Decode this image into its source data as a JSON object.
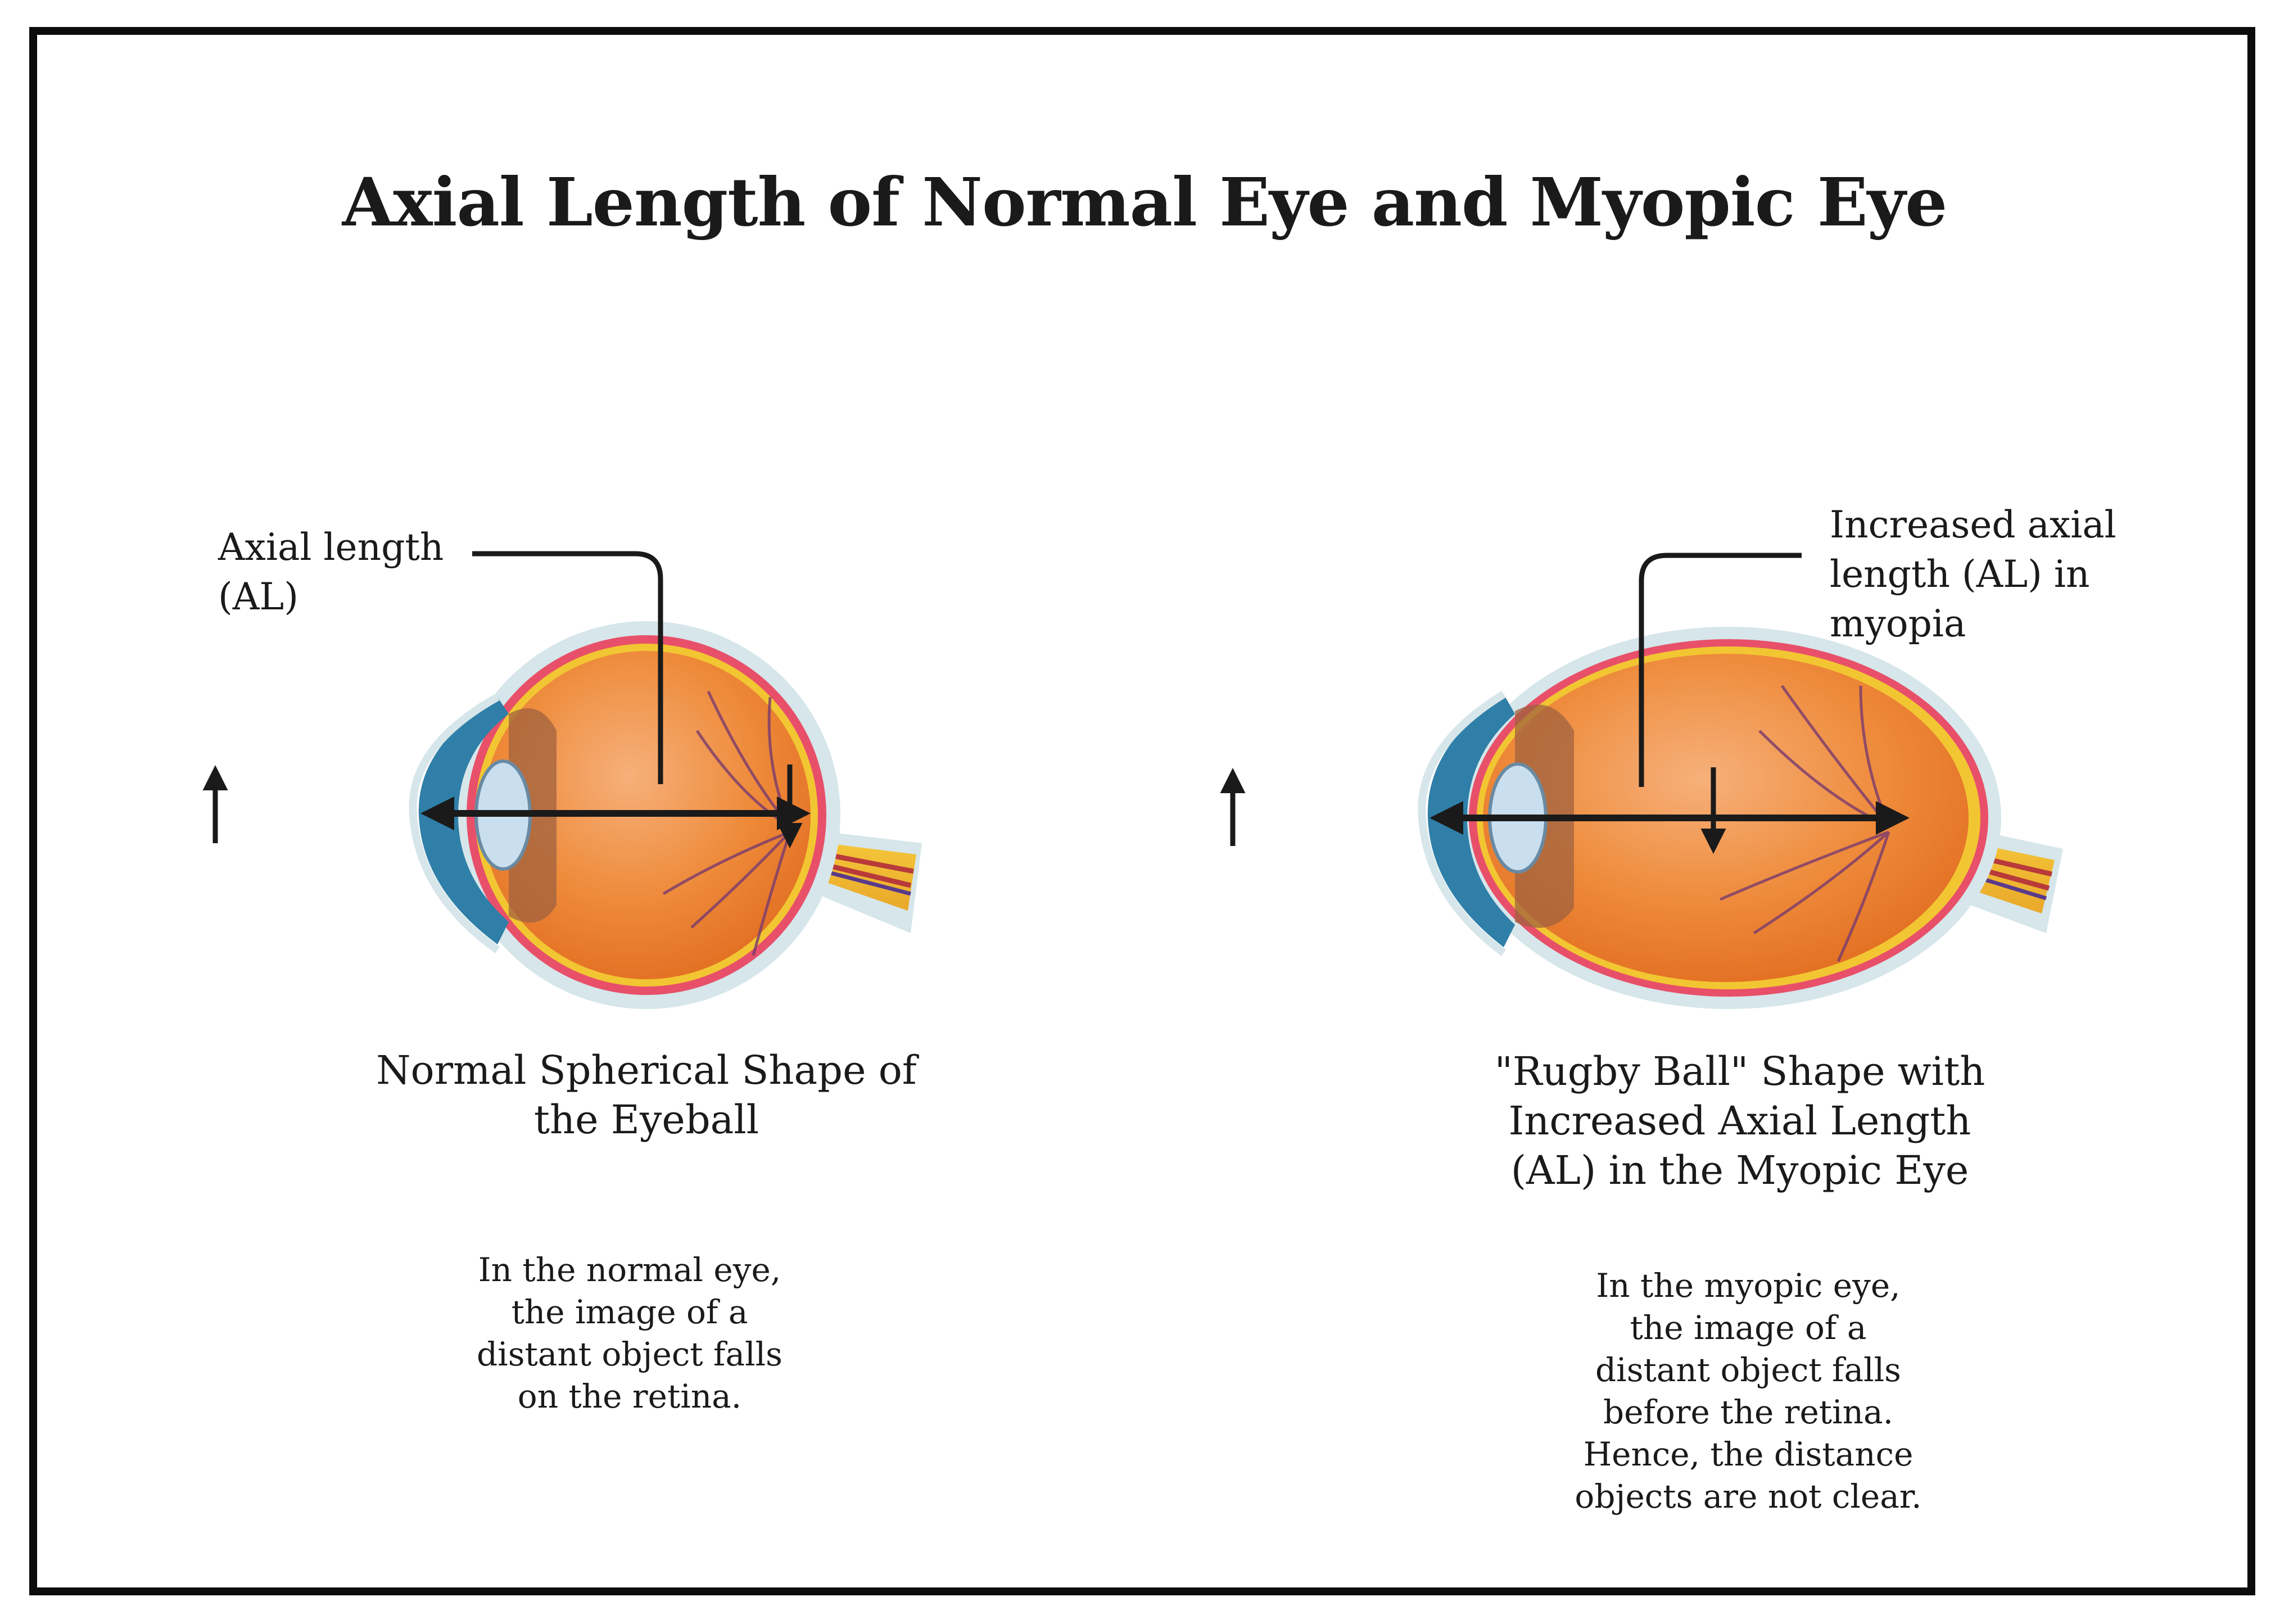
{
  "title": "Axial Length of Normal Eye and Myopic Eye",
  "normal_eye": {
    "label_lines": [
      "Axial length",
      "(AL)"
    ],
    "caption_lines": [
      "Normal Spherical Shape of",
      "the Eyeball"
    ],
    "note_lines": [
      "In the normal eye,",
      "the image of a",
      "distant object falls",
      "on the retina."
    ]
  },
  "myopic_eye": {
    "label_lines": [
      "Increased axial",
      "length (AL) in",
      "myopia"
    ],
    "caption_lines": [
      "\"Rugby Ball\" Shape with",
      "Increased Axial Length",
      "(AL) in the Myopic Eye"
    ],
    "note_lines": [
      "In the myopic eye,",
      "the image of a",
      "distant object falls",
      "before the retina.",
      "Hence, the distance",
      "objects are not clear."
    ]
  },
  "colors": {
    "frame": "#0c0c0c",
    "sclera_outer": "#d6e6ea",
    "choroid": "#e8506a",
    "retina": "#f2c632",
    "vitreous": "#ee8a3a",
    "cornea": "#2f7fa8",
    "lens": "#c9dfef",
    "iris": "#a0613f",
    "vessel": "#7a3b6e",
    "arrow": "#1a1a1a"
  }
}
